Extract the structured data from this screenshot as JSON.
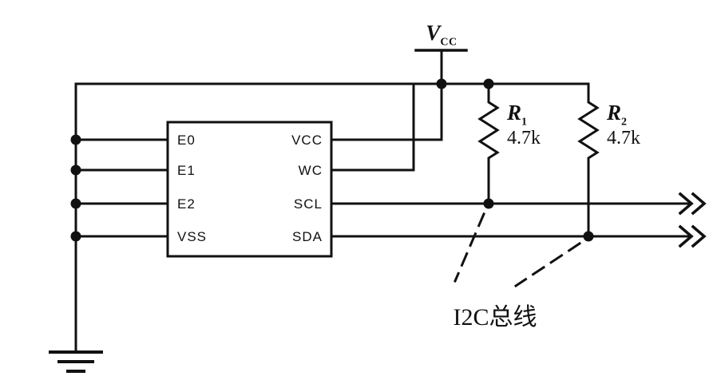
{
  "diagram": {
    "power": {
      "symbol": "V",
      "subscript": "CC"
    },
    "chip": {
      "left_pins": [
        "E0",
        "E1",
        "E2",
        "VSS"
      ],
      "right_pins": [
        "VCC",
        "WC",
        "SCL",
        "SDA"
      ]
    },
    "resistors": [
      {
        "symbol": "R",
        "subscript": "1",
        "value": "4.7k"
      },
      {
        "symbol": "R",
        "subscript": "2",
        "value": "4.7k"
      }
    ],
    "bus_label": "I2C总线",
    "colors": {
      "line": "#111111",
      "background": "#ffffff"
    }
  }
}
